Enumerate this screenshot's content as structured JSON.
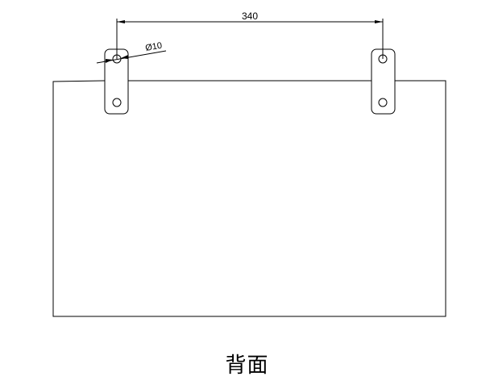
{
  "drawing": {
    "dimension_width": "340",
    "dimension_hole": "Ø10",
    "caption": "背面",
    "line_color": "#000000",
    "background_color": "#ffffff"
  }
}
